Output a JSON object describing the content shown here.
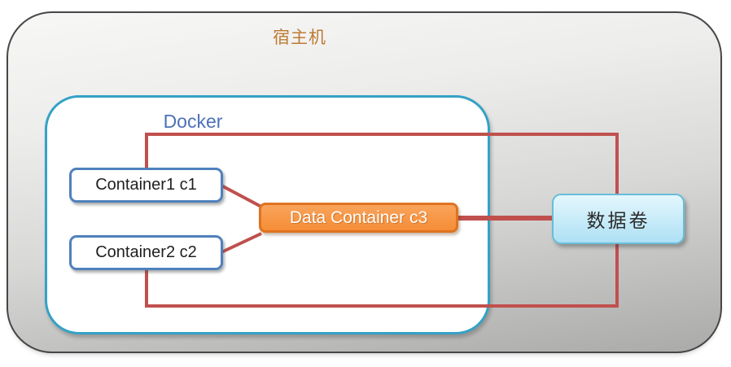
{
  "diagram": {
    "host": {
      "label": "宿主机"
    },
    "docker": {
      "label": "Docker"
    },
    "containers": [
      {
        "label": "Container1 c1"
      },
      {
        "label": "Container2 c2"
      }
    ],
    "data_container": {
      "label": "Data Container c3"
    },
    "volume": {
      "label": "数据卷"
    },
    "colors": {
      "host_label": "#BF7A33",
      "host_fill_top": "#F7F7F6",
      "host_fill_bottom": "#AAAAA9",
      "docker_label": "#4D71B8",
      "docker_border": "#34A2C6",
      "container_border": "#4F81BD",
      "connector_red": "#C0504D",
      "data_container_fill": "#F79646",
      "data_container_border": "#DE7321",
      "volume_fill_top": "#E4F7FD",
      "volume_fill_bottom": "#AEE0F4",
      "volume_border": "#66BED8"
    }
  }
}
